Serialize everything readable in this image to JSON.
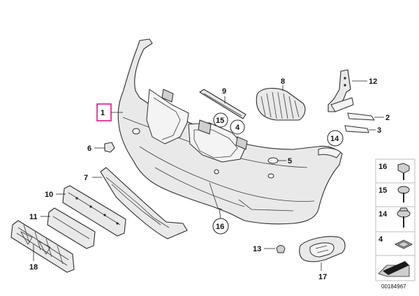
{
  "diagram": {
    "parts": [
      {
        "id": "p1",
        "label": "1",
        "highlighted": true
      },
      {
        "id": "p2",
        "label": "2"
      },
      {
        "id": "p3",
        "label": "3"
      },
      {
        "id": "p4",
        "label": "4",
        "circled": true
      },
      {
        "id": "p5",
        "label": "5"
      },
      {
        "id": "p6",
        "label": "6"
      },
      {
        "id": "p7",
        "label": "7"
      },
      {
        "id": "p8",
        "label": "8"
      },
      {
        "id": "p9",
        "label": "9"
      },
      {
        "id": "p10",
        "label": "10"
      },
      {
        "id": "p11",
        "label": "11"
      },
      {
        "id": "p12",
        "label": "12"
      },
      {
        "id": "p13",
        "label": "13"
      },
      {
        "id": "p14",
        "label": "14",
        "circled": true
      },
      {
        "id": "p15",
        "label": "15",
        "circled": true
      },
      {
        "id": "p16",
        "label": "16",
        "circled": true
      },
      {
        "id": "p17",
        "label": "17"
      },
      {
        "id": "p18",
        "label": "18"
      }
    ],
    "legend": [
      {
        "label": "16",
        "icon": "screw-hex-head-icon"
      },
      {
        "label": "15",
        "icon": "screw-round-head-icon"
      },
      {
        "label": "14",
        "icon": "screw-flange-head-icon"
      },
      {
        "label": "4",
        "icon": "clip-nut-icon"
      },
      {
        "label": "",
        "icon": "arrow-hand-icon"
      }
    ],
    "catalog_number": "00184967",
    "highlight_color": "#e0138c"
  }
}
